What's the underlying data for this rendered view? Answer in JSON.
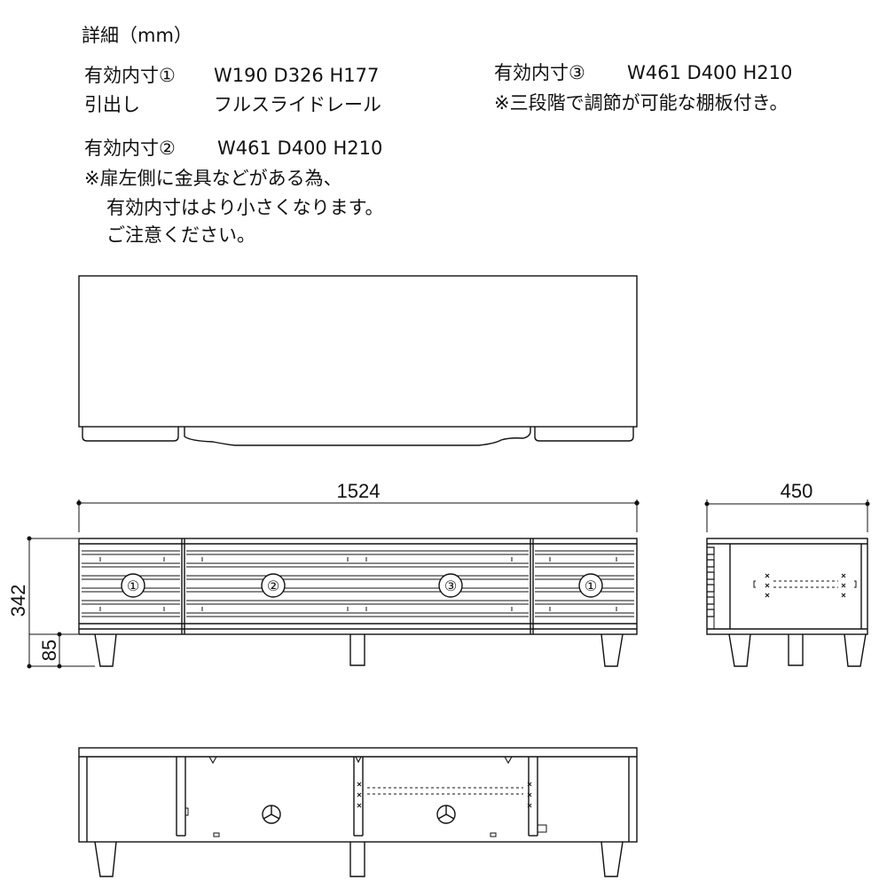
{
  "details": {
    "title": "詳細（mm）",
    "spec1_label": "有効内寸①",
    "spec1_value": "W190  D326  H177",
    "drawer_label": "引出し",
    "drawer_value": "フルスライドレール",
    "spec2_label": "有効内寸②",
    "spec2_value": "W461  D400  H210",
    "note2_line1": "※扉左側に金具などがある為、",
    "note2_line2": "有効内寸はより小さくなります。",
    "note2_line3": "ご注意ください。",
    "spec3_label": "有効内寸③",
    "spec3_value": "W461  D400  H210",
    "note3": "※三段階で調節が可能な棚板付き。"
  },
  "dimensions": {
    "width": "1524",
    "depth": "450",
    "height": "342",
    "leg_height": "85"
  },
  "compartments": [
    "①",
    "②",
    "③",
    "①"
  ]
}
